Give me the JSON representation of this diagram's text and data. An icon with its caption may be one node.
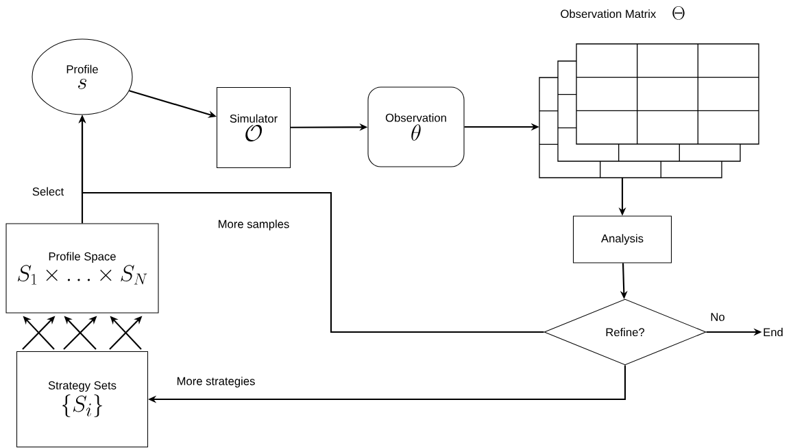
{
  "diagram": {
    "nodes": [
      {
        "text": [
          "Profile",
          "s"
        ]
      },
      {
        "text": [
          "Simulator",
          "\\mathcal{O}"
        ]
      },
      {
        "text": [
          "Observation",
          "\\theta"
        ]
      },
      {
        "text": [
          "Observation Matrix",
          "\\Theta"
        ]
      },
      {
        "text": [
          "Analysis"
        ]
      },
      {
        "text": [
          "Refine?"
        ]
      },
      {
        "text": [
          "End"
        ]
      },
      {
        "text": [
          "Profile Space",
          "S_1 \\times \\ldots \\times S_N"
        ]
      },
      {
        "text": [
          "Strategy Sets",
          "\\{S_i\\}"
        ]
      }
    ],
    "edges": [
      {
        "from": 0,
        "to": 1,
        "arrow": "to"
      },
      {
        "from": 1,
        "to": 2,
        "arrow": "to"
      },
      {
        "from": 2,
        "to": 3,
        "arrow": "to"
      },
      {
        "from": 3,
        "to": 4,
        "arrow": "to"
      },
      {
        "from": 4,
        "to": 5,
        "arrow": "to"
      },
      {
        "from": 5,
        "to": 6,
        "arrow": "to",
        "label": "No"
      },
      {
        "from": 5,
        "to": 0,
        "arrow": "to",
        "label": "More samples"
      },
      {
        "from": 7,
        "to": 0,
        "arrow": "to",
        "label": "Select"
      },
      {
        "from": 5,
        "to": 8,
        "arrow": "to",
        "label": "More strategies"
      },
      {
        "from": 8,
        "to": 7,
        "arrow": "to"
      },
      {
        "from": 8,
        "to": 7,
        "arrow": "to"
      },
      {
        "from": 8,
        "to": 7,
        "arrow": "to"
      },
      {
        "from": 8,
        "to": 7,
        "arrow": "to"
      },
      {
        "from": 8,
        "to": 7,
        "arrow": "to"
      },
      {
        "from": 8,
        "to": 7,
        "arrow": "to"
      }
    ]
  }
}
